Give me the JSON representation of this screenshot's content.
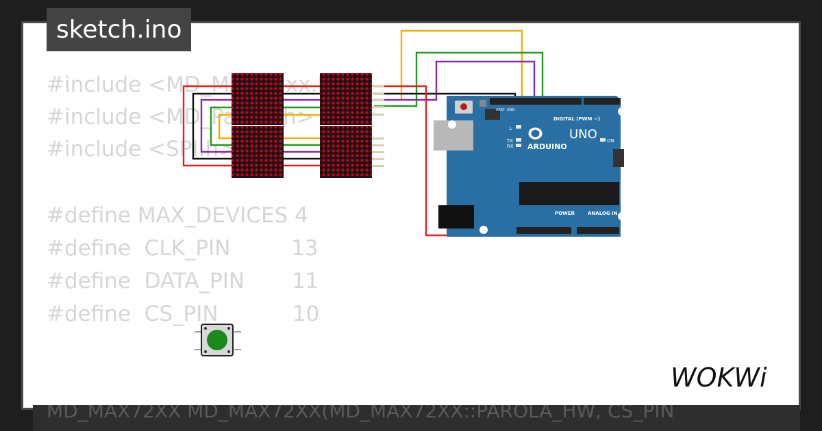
{
  "file": {
    "name": "sketch.ino"
  },
  "code_lines": [
    "#include <MD_MAX72xx.h>",
    "#include <MD_Parola.h>",
    "#include <SPI.h>",
    "#define MAX_DEVICES 4",
    "#define  CLK_PIN         13",
    "#define  DATA_PIN       11",
    "#define  CS_PIN           10"
  ],
  "bottom_text": "MD_MAX72XX          MD_MAX72XX(MD_MAX72XX::PAROLA_HW, CS_PIN",
  "arduino": {
    "board_name": "UNO",
    "brand": "ARDUINO",
    "header_digital": "DIGITAL (PWM ~)",
    "header_power": "POWER",
    "header_analog": "ANALOG IN",
    "led_on": "ON",
    "led_l": "L",
    "led_tx": "TX",
    "led_rx": "RX",
    "pin_aref": "AREF",
    "pin_gnd": "GND"
  },
  "brand": {
    "logo_text": "WOKWi"
  },
  "colors": {
    "background": "#1e1e1e",
    "card": "#ffffff",
    "code_text": "#d6d6d6",
    "tab_bg": "#444444",
    "board_blue": "#2a6fa3",
    "wire_red": "#e02020",
    "wire_orange": "#f0b000",
    "wire_green": "#1f9a1f",
    "wire_purple": "#8a2aa0",
    "wire_black": "#111111",
    "button_green": "#1a8a1a"
  }
}
